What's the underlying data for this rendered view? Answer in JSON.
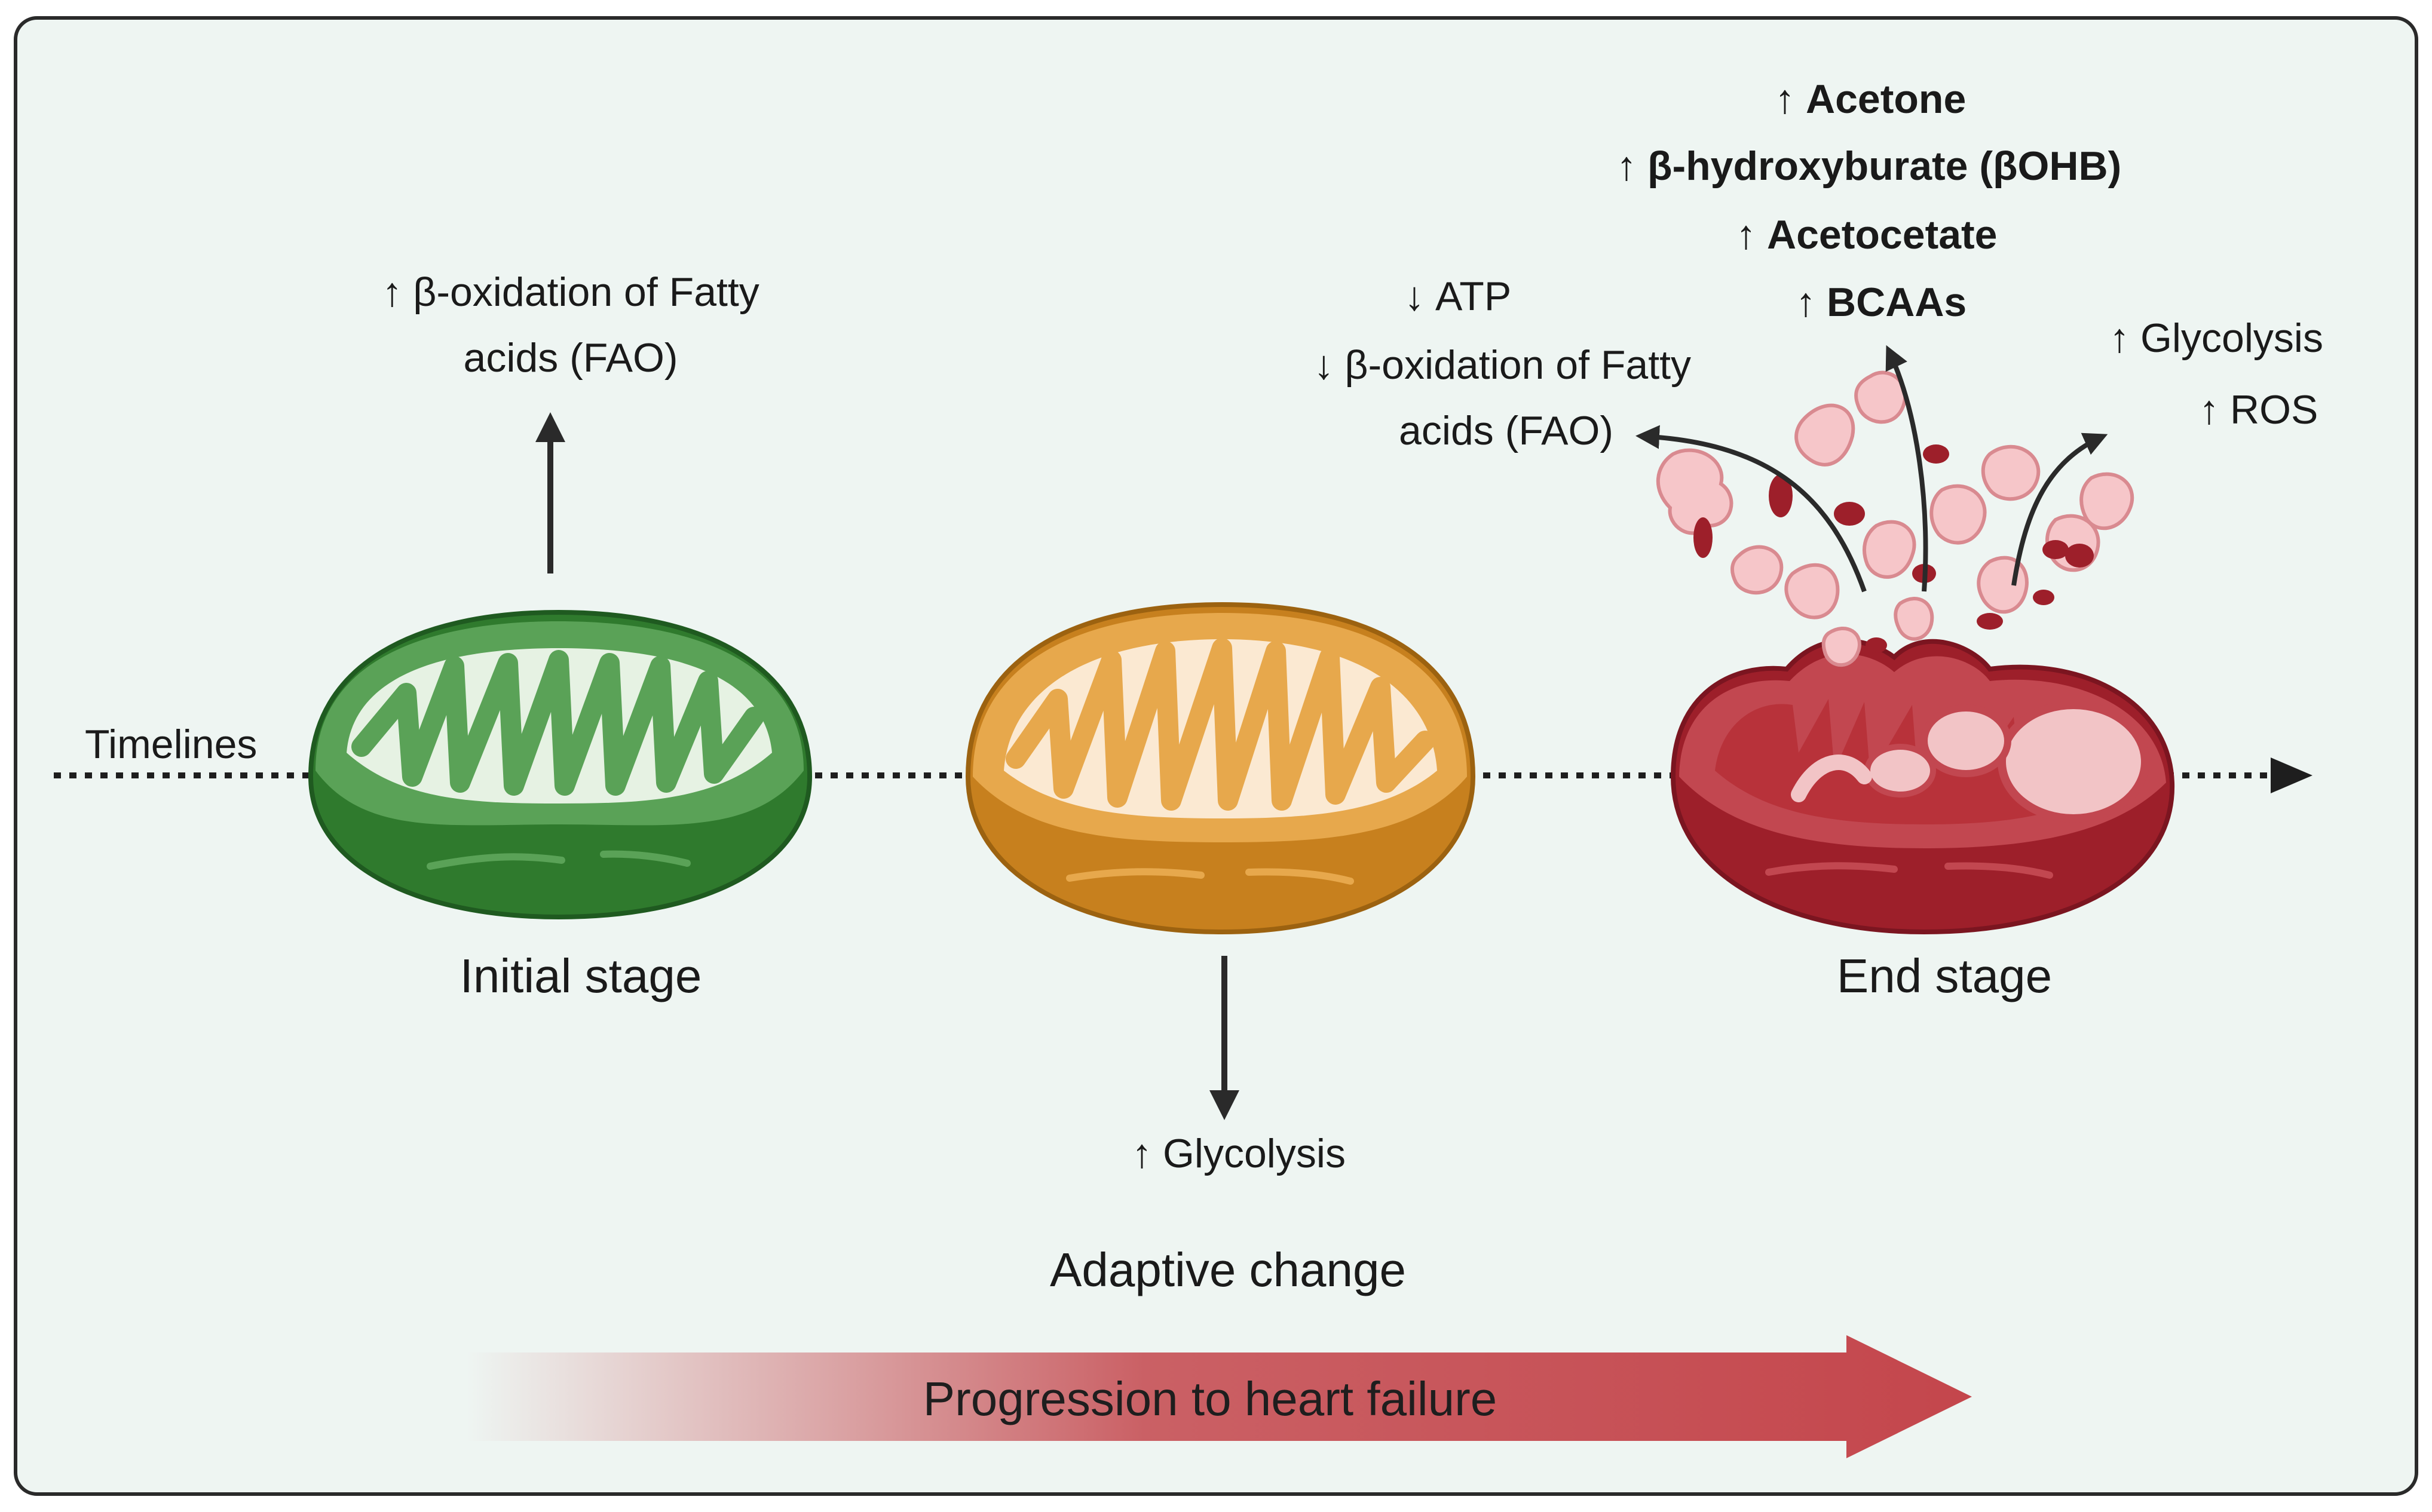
{
  "timeline_label": "Timelines",
  "stages": [
    {
      "name": "Initial stage"
    },
    {
      "name": "Adaptive change"
    },
    {
      "name": "End stage"
    }
  ],
  "initial_effects": {
    "line1": "β-oxidation of Fatty",
    "line2": "acids (FAO)"
  },
  "adaptive_effects": {
    "glycolysis": "Glycolysis"
  },
  "end_left_effects": {
    "atp": "ATP",
    "fao_line1": "β-oxidation of Fatty",
    "fao_line2": "acids (FAO)"
  },
  "end_top_effects": [
    "Acetone",
    "β-hydroxyburate (βOHB)",
    "Acetocetate",
    "BCAAs"
  ],
  "end_right_effects": [
    "Glycolysis",
    "ROS"
  ],
  "progression_label": "Progression to heart failure",
  "colors": {
    "panel_bg": "#eef5f2",
    "initial_green": "#3f8f3d",
    "adaptive_orange": "#df9a3a",
    "end_red": "#b8323a",
    "progress_red": "#c4464c"
  }
}
